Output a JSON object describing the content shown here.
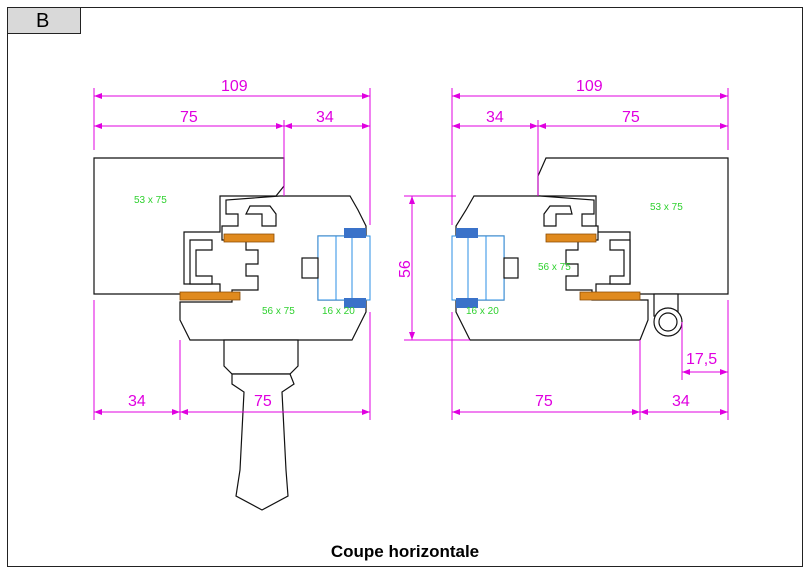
{
  "sheet": {
    "tag": "B",
    "title": "Coupe horizontale"
  },
  "left_view": {
    "dim_total": "109",
    "dim_75_top": "75",
    "dim_34_top": "34",
    "dim_34_bottom": "34",
    "dim_75_bottom": "75",
    "label_frame": "53 x 75",
    "label_sash": "56 x 75",
    "label_glass": "16 x 20"
  },
  "right_view": {
    "dim_total": "109",
    "dim_34_top": "34",
    "dim_75_top": "75",
    "dim_height": "56",
    "dim_75_bottom": "75",
    "dim_34_bottom": "34",
    "dim_hinge": "17,5",
    "label_frame": "53 x 75",
    "label_sash": "56 x 75",
    "label_glass": "16 x 20"
  },
  "colors": {
    "dimension": "#e000e0",
    "outline": "#111111",
    "glazing": "#2b8fe6",
    "gasket": "#e08a1e",
    "seal": "#3a72c9",
    "label": "#2fd12f"
  }
}
